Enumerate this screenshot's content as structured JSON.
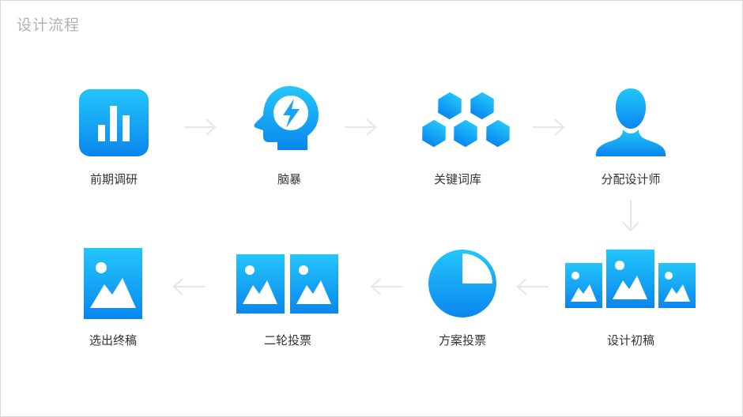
{
  "title": "设计流程",
  "colors": {
    "gradient_top": "#23c6fb",
    "gradient_bottom": "#0a86ee",
    "arrow": "#e6e6e6",
    "label": "#333333",
    "title": "#b3b3b3"
  },
  "steps": [
    {
      "label": "前期调研",
      "icon": "bar-chart-icon"
    },
    {
      "label": "脑暴",
      "icon": "brainstorm-head-icon"
    },
    {
      "label": "关键词库",
      "icon": "hexagon-cluster-icon"
    },
    {
      "label": "分配设计师",
      "icon": "person-icon"
    },
    {
      "label": "设计初稿",
      "icon": "image-set-icon"
    },
    {
      "label": "方案投票",
      "icon": "pie-chart-icon"
    },
    {
      "label": "二轮投票",
      "icon": "image-pair-icon"
    },
    {
      "label": "选出终稿",
      "icon": "single-image-icon"
    }
  ],
  "arrows": [
    "arrow-right-icon",
    "arrow-right-icon",
    "arrow-right-icon",
    "arrow-down-icon",
    "arrow-left-icon",
    "arrow-left-icon",
    "arrow-left-icon"
  ]
}
